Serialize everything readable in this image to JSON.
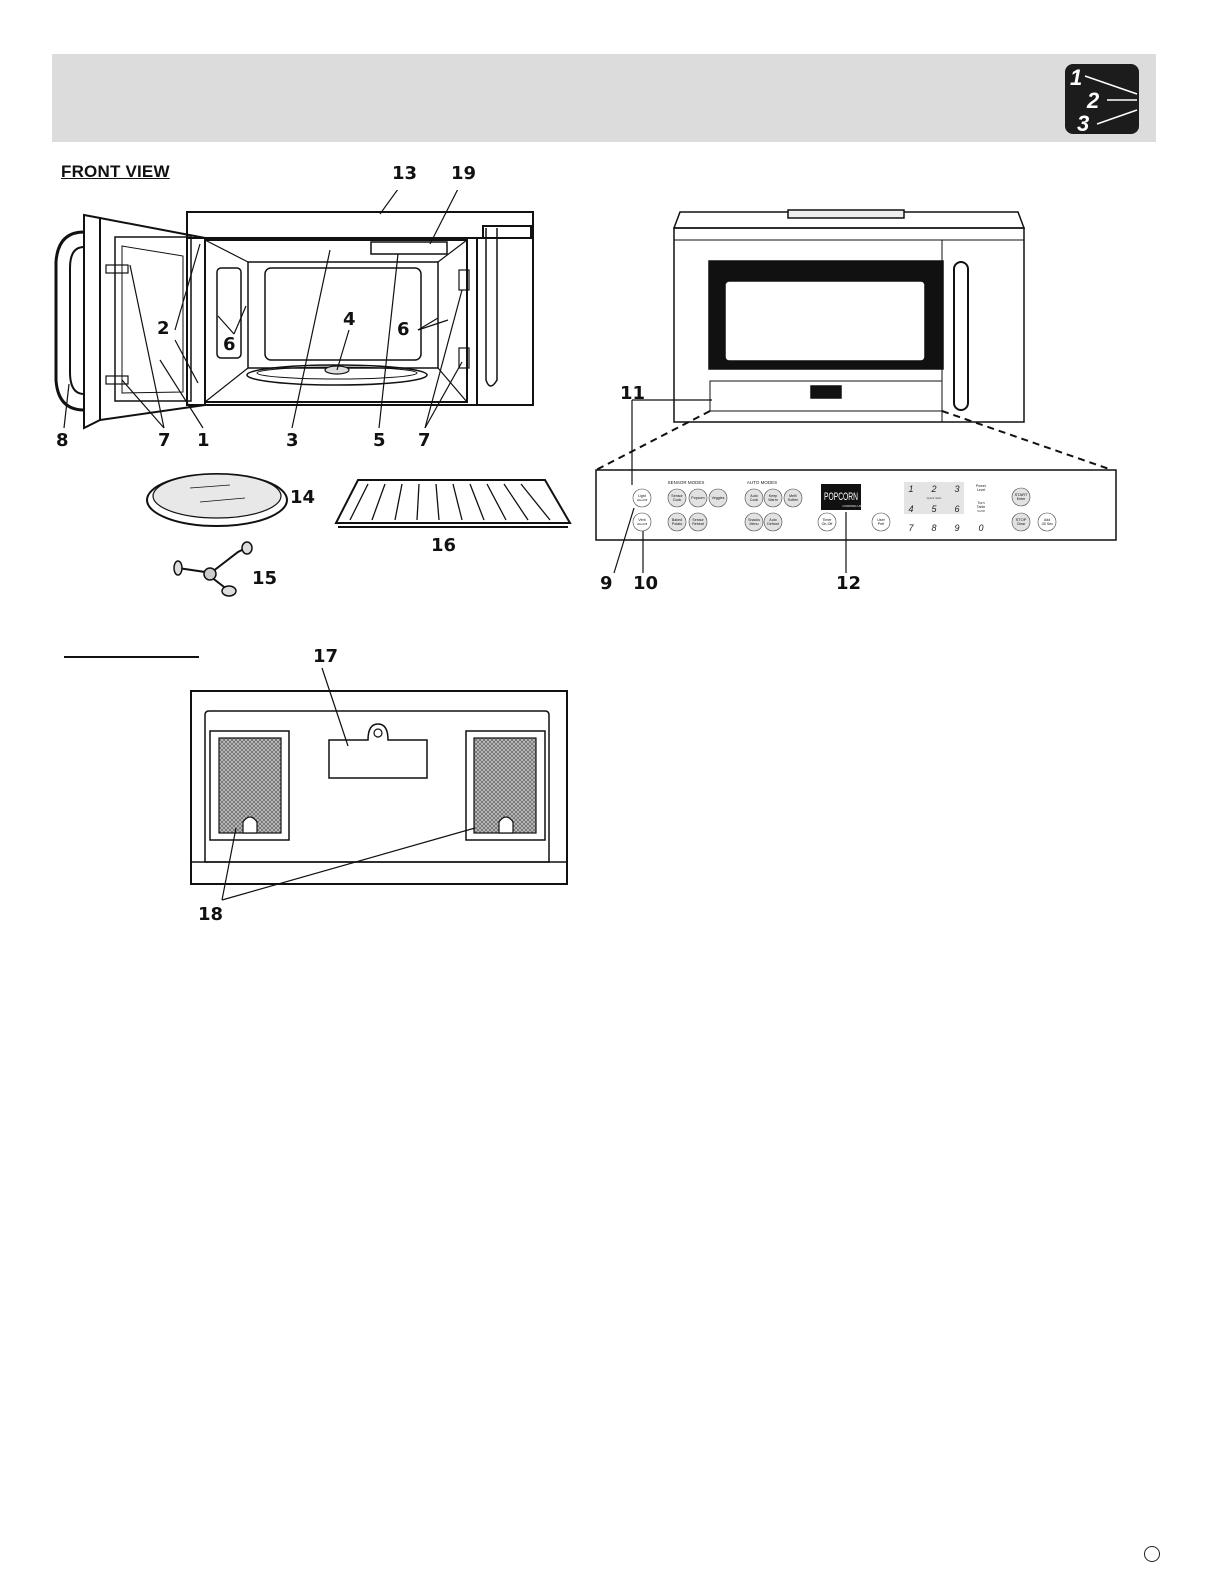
{
  "header": {
    "step_icon_digits": [
      "1",
      "2",
      "3"
    ]
  },
  "front_view": {
    "title": "FRONT VIEW",
    "callouts": {
      "c13": "13",
      "c19": "19",
      "c2": "2",
      "c4": "4",
      "c6a": "6",
      "c6b": "6",
      "c8": "8",
      "c7a": "7",
      "c1": "1",
      "c3": "3",
      "c5": "5",
      "c7b": "7",
      "c14": "14",
      "c15": "15",
      "c16": "16",
      "c11": "11",
      "c9": "9",
      "c10": "10",
      "c12": "12"
    }
  },
  "control_panel": {
    "group_labels": {
      "sensor": "SENSOR MODES",
      "auto": "AUTO MODES"
    },
    "buttons": {
      "light": [
        "Light",
        "Hi/Lo/Off"
      ],
      "vent": [
        "Vent",
        "Hi/Lo/Off"
      ],
      "sensor_cook": [
        "Sensor",
        "Cook"
      ],
      "popcorn": [
        "Popcorn"
      ],
      "veggies": [
        "Veggies"
      ],
      "baked_potato": [
        "Baked",
        "Potato"
      ],
      "sensor_reheat": [
        "Sensor",
        "Reheat"
      ],
      "auto_cook": [
        "Auto",
        "Cook"
      ],
      "keep_warm": [
        "Keep",
        "Warm"
      ],
      "melt_soften": [
        "Melt/",
        "Soften"
      ],
      "snacks_menu": [
        "Snacks",
        "Menu"
      ],
      "auto_defrost": [
        "Auto",
        "Defrost"
      ],
      "timer": [
        "Timer",
        "On-Off"
      ],
      "user_pref": [
        "User",
        "Pref"
      ],
      "start": [
        "START",
        "Enter"
      ],
      "stop": [
        "STOP",
        "Clear"
      ],
      "add30": [
        "Add",
        ":30 Sec"
      ]
    },
    "display_text": "POPCORN",
    "display_subtext": "COOKING UP",
    "keypad": [
      "1",
      "2",
      "3",
      "4",
      "5",
      "6",
      "7",
      "8",
      "9",
      "0"
    ],
    "keypad_note": "Quick Start",
    "power_level": [
      "Power",
      "Level"
    ],
    "turntable": [
      "Turn",
      "Table",
      "On/Off"
    ]
  },
  "bottom_view": {
    "callouts": {
      "c17": "17",
      "c18": "18"
    }
  }
}
